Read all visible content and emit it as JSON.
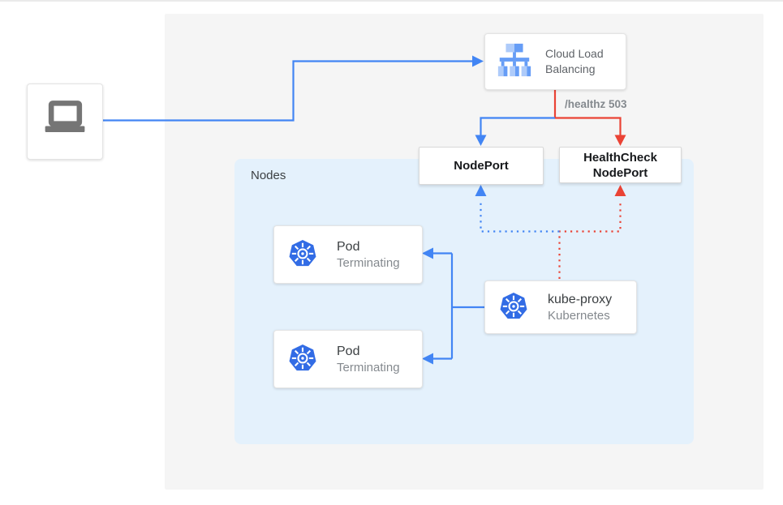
{
  "colors": {
    "blue_arrow": "#4285f4",
    "red_arrow": "#ea4335",
    "k8s_blue": "#326ce5",
    "lb_icon_light": "#aecbfa",
    "lb_icon_medium": "#669df6",
    "nodes_region_fill": "#e4f1fc",
    "canvas_fill": "#f5f5f5",
    "laptop_gray": "#757575"
  },
  "client": {
    "icon": "laptop-icon"
  },
  "clb": {
    "label": "Cloud Load Balancing",
    "icon": "load-balancer-icon"
  },
  "healthz": {
    "label": "/healthz 503"
  },
  "nodeport": {
    "label": "NodePort"
  },
  "healthcheck_nodeport": {
    "label": "HealthCheck NodePort"
  },
  "nodes_region": {
    "label": "Nodes"
  },
  "pods": [
    {
      "title": "Pod",
      "status": "Terminating",
      "icon": "kubernetes-icon"
    },
    {
      "title": "Pod",
      "status": "Terminating",
      "icon": "kubernetes-icon"
    }
  ],
  "kube_proxy": {
    "title": "kube-proxy",
    "subtitle": "Kubernetes",
    "icon": "kubernetes-icon"
  }
}
